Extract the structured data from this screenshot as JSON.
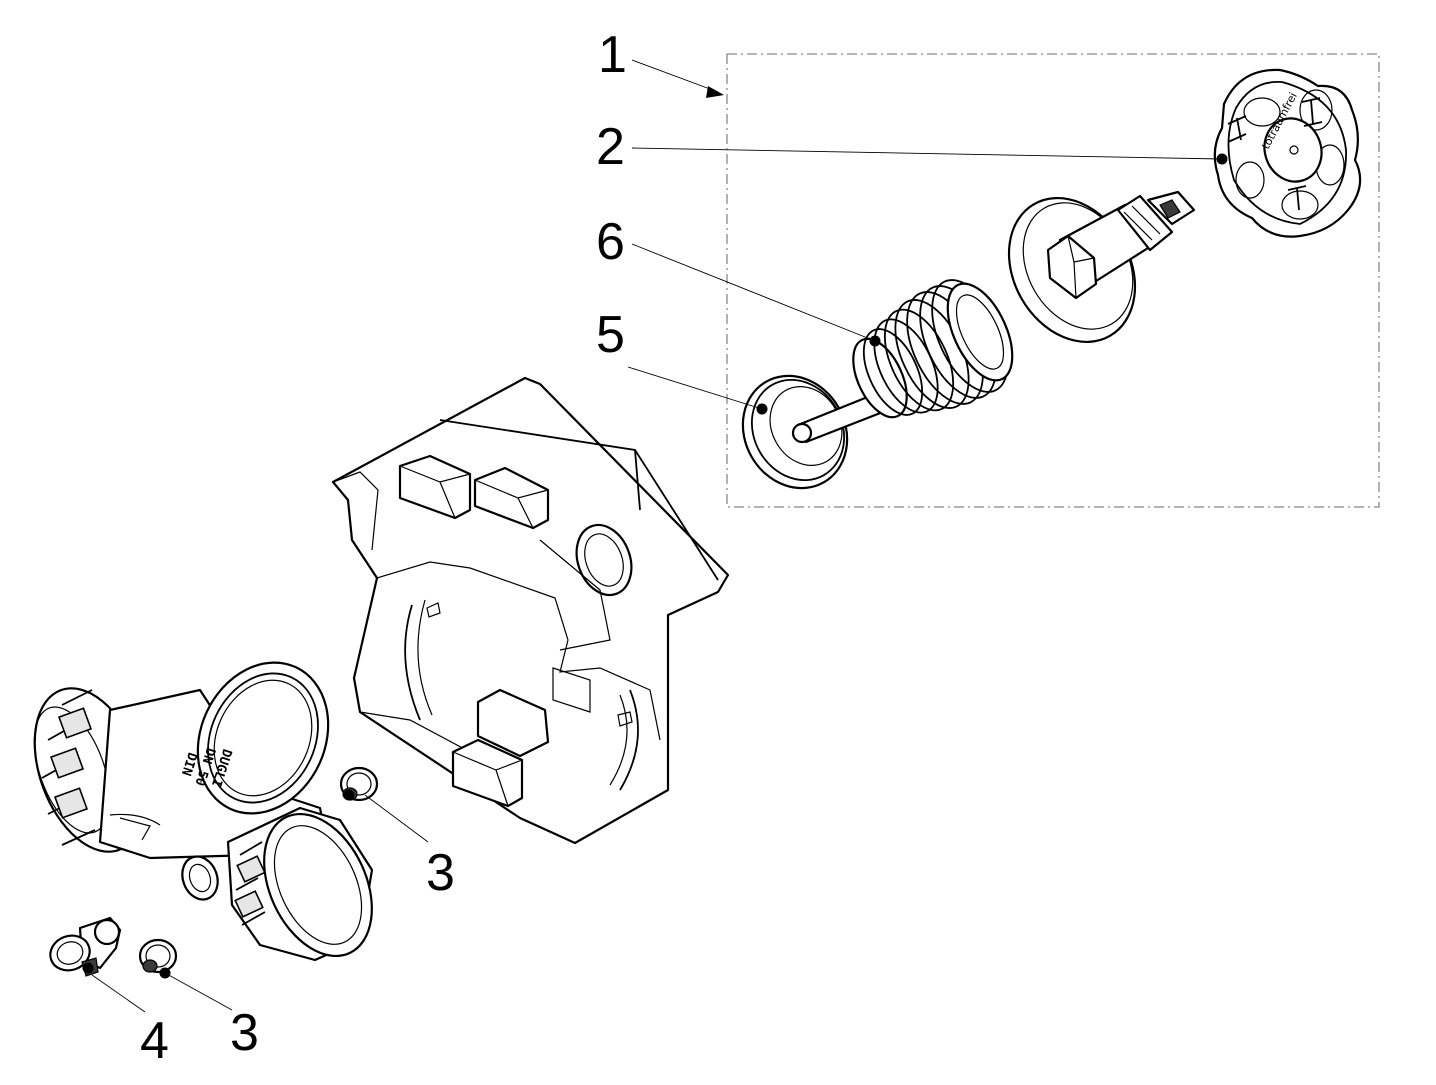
{
  "callouts": {
    "c1": "1",
    "c2": "2",
    "c3a": "3",
    "c3b": "3",
    "c4": "4",
    "c5": "5",
    "c6": "6"
  },
  "markings": {
    "brand_line": "DUGLI",
    "size_line": "DN 50",
    "std_line": "DIN",
    "handwheel_text": "totraumfrei"
  },
  "colors": {
    "line": "#000000",
    "background": "#ffffff",
    "shading": "#e6e6e6",
    "assembly_box": "#888888"
  }
}
